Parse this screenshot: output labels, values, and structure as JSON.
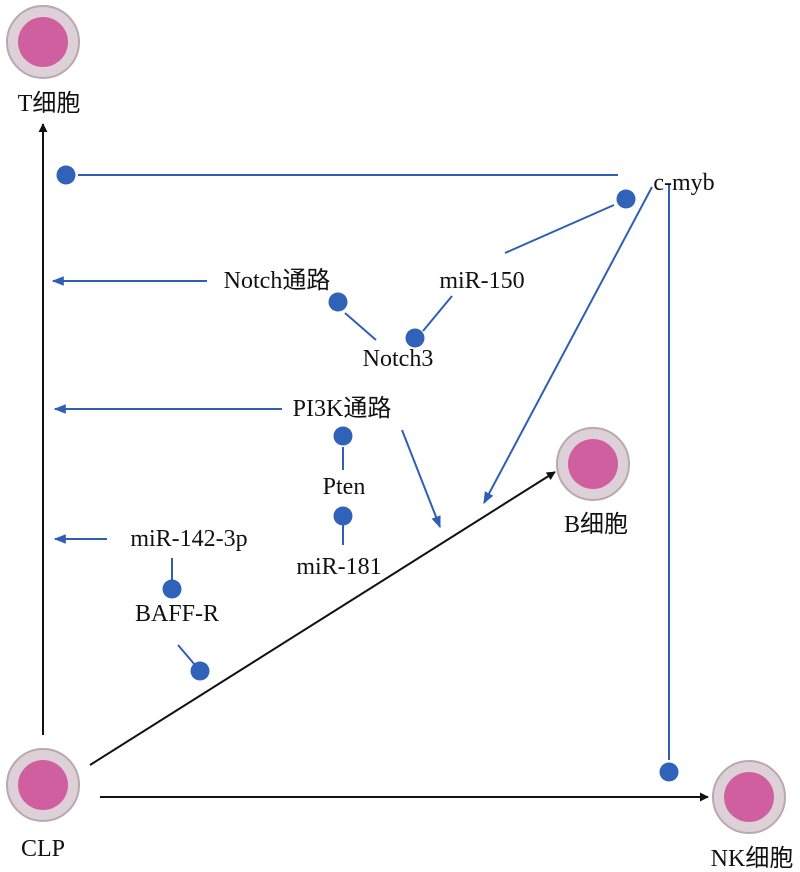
{
  "colors": {
    "edge": "#2f5fb3",
    "node_dot": "#2f62b8",
    "cell_outer": "#ddd0d6",
    "cell_outer_stroke": "#b7a9b0",
    "cell_inner": "#d05fa0",
    "black_arrow": "#111111",
    "text": "#111111"
  },
  "cells": {
    "t": "T细胞",
    "b": "B细胞",
    "nk": "NK细胞",
    "clp": "CLP"
  },
  "nodes": {
    "cmyb": "c-myb",
    "notch_pathway": "Notch通路",
    "mir150": "miR-150",
    "notch3": "Notch3",
    "pi3k_pathway": "PI3K通路",
    "pten": "Pten",
    "mir142": "miR-142-3p",
    "mir181": "miR-181",
    "baffr": "BAFF-R"
  }
}
